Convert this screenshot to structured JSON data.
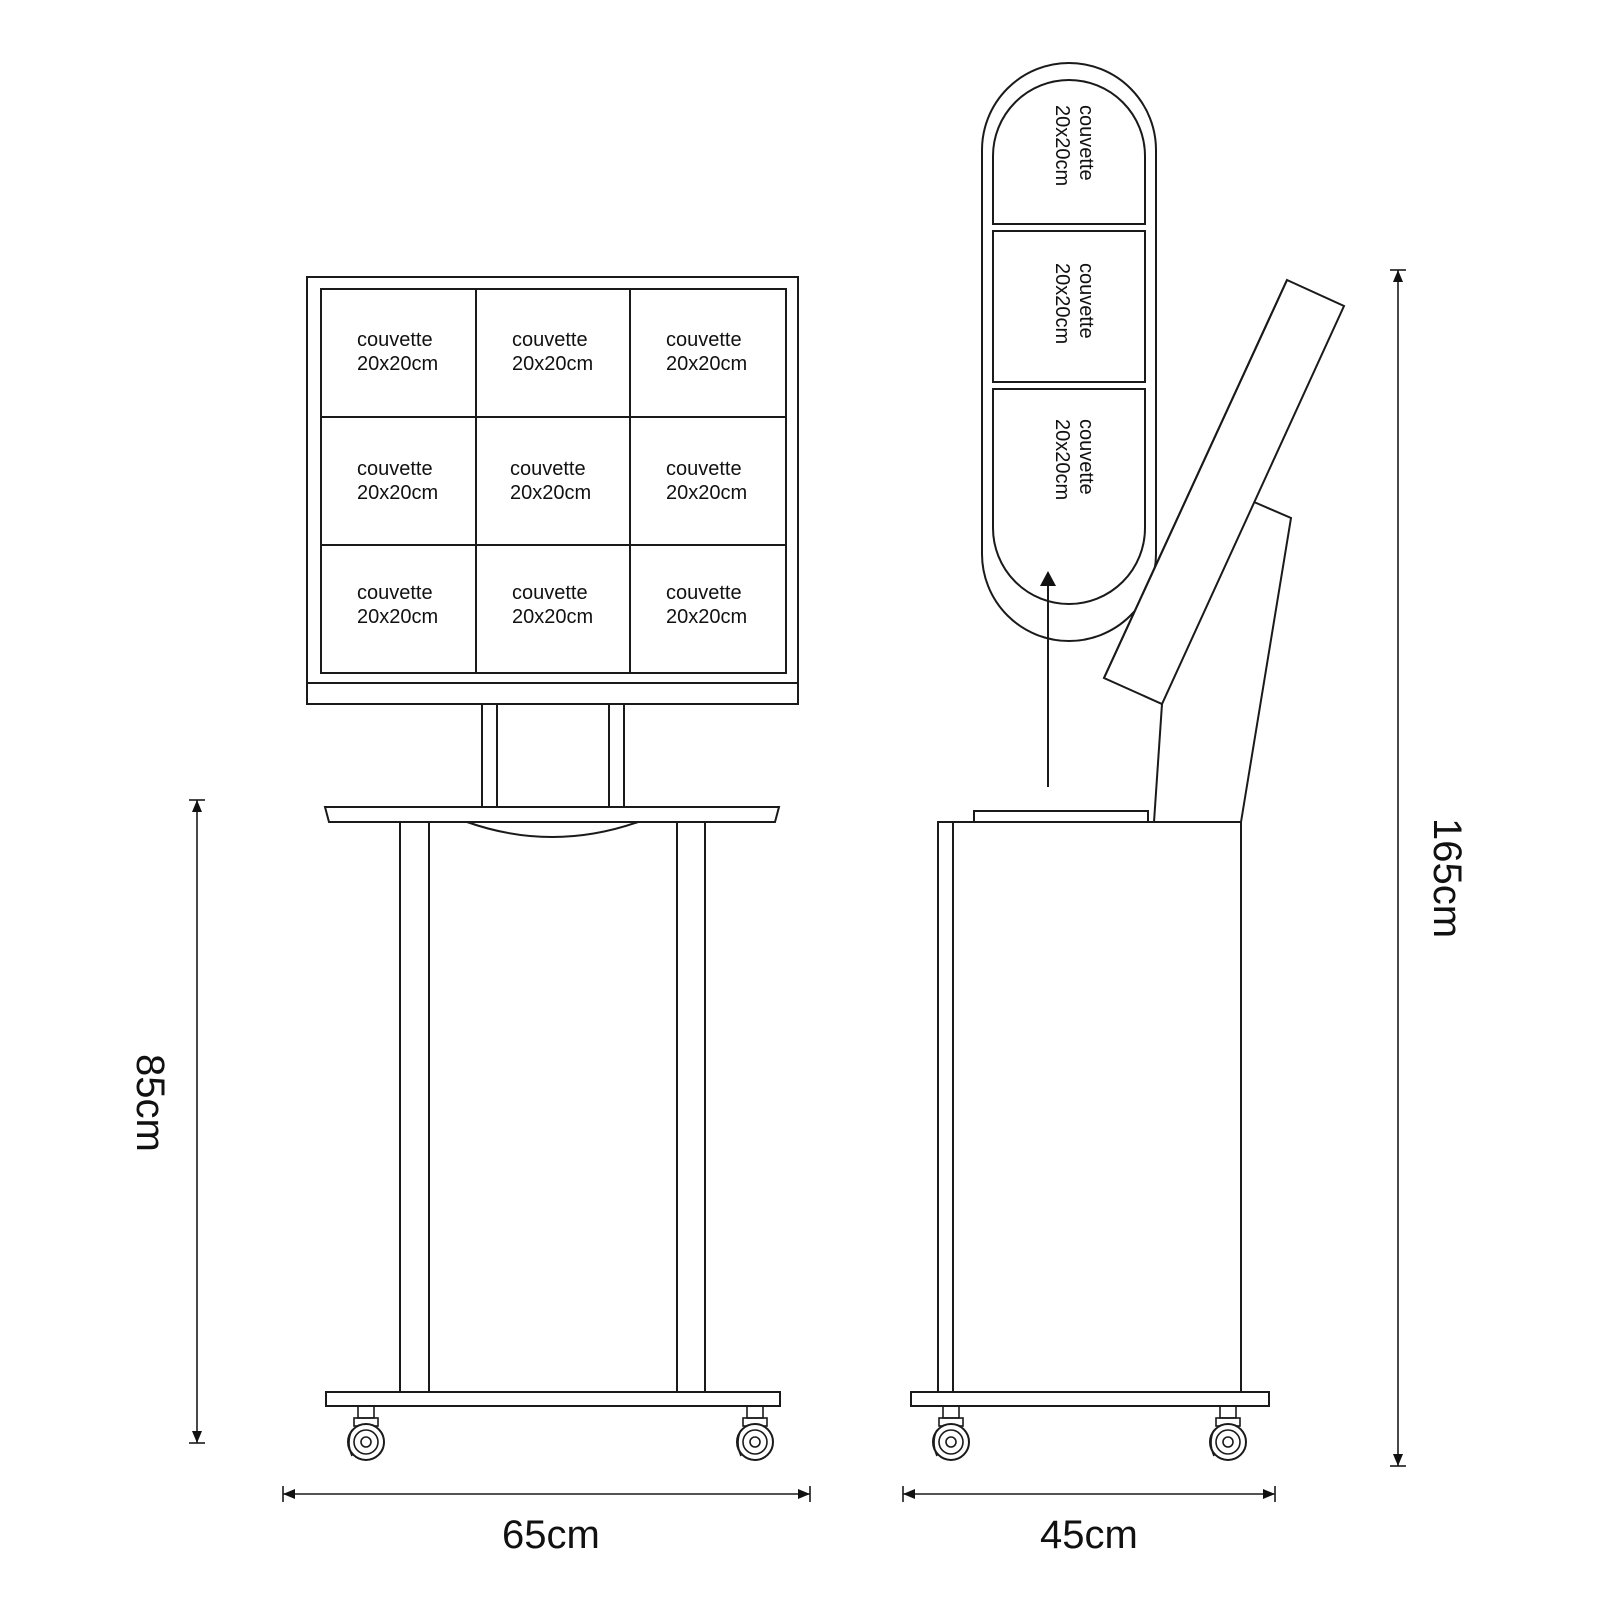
{
  "colors": {
    "line": "#1a1a1a",
    "background": "#ffffff"
  },
  "front_view": {
    "cells": [
      {
        "line1": "couvette",
        "line2": "20x20cm"
      },
      {
        "line1": "couvette",
        "line2": "20x20cm"
      },
      {
        "line1": "couvette",
        "line2": "20x20cm"
      },
      {
        "line1": "couvette",
        "line2": "20x20cm"
      },
      {
        "line1": "couvette",
        "line2": "20x20cm"
      },
      {
        "line1": "couvette",
        "line2": "20x20cm"
      },
      {
        "line1": "couvette",
        "line2": "20x20cm"
      },
      {
        "line1": "couvette",
        "line2": "20x20cm"
      },
      {
        "line1": "couvette",
        "line2": "20x20cm"
      }
    ],
    "width_label": "65cm",
    "height_label": "85cm"
  },
  "side_view": {
    "tray_cells": [
      {
        "line1": "couvette",
        "line2": "20x20cm"
      },
      {
        "line1": "couvette",
        "line2": "20x20cm"
      },
      {
        "line1": "couvette",
        "line2": "20x20cm"
      }
    ],
    "width_label": "45cm",
    "height_label": "165cm"
  }
}
